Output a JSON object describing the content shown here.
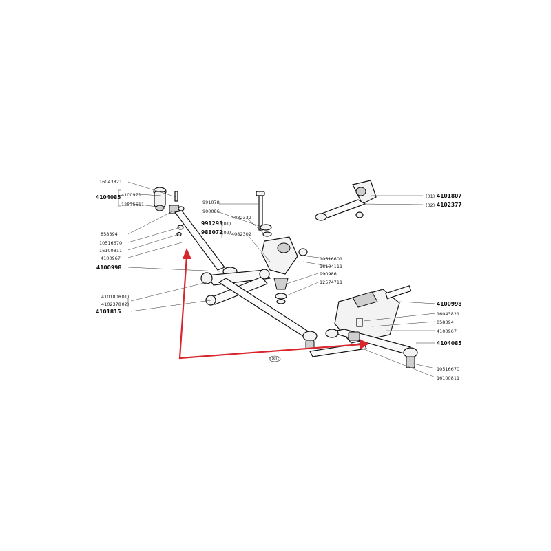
{
  "colors": {
    "arrow": "#d8262c",
    "ink": "#111111",
    "background": "#ffffff"
  },
  "labels": {
    "l_16043821_a": "16043821",
    "l_4104085_a": "4104085",
    "l_4100971": "4100971",
    "l_12575611": "12575611",
    "l_858394_a": "858394",
    "l_10516670_a": "10516670",
    "l_16100811_a": "16100811",
    "l_4100967_a": "4100967",
    "l_4100998_a": "4100998",
    "l_4101806": "4101806",
    "l_4101806_var": "(01)",
    "l_4102378": "4102378",
    "l_4102378_var": "(02)",
    "l_4101815": "4101815",
    "l_991078": "991078",
    "l_900086": "900086",
    "l_991293": "991293",
    "l_991293_var": "(01)",
    "l_988072": "988072",
    "l_988072_var": "(02)",
    "l_4082332": "4082332",
    "l_4082302": "4082302",
    "l_10516601": "10516601",
    "l_16104111": "16104111",
    "l_990986": "990986",
    "l_12574711": "12574711",
    "l_4101807": "4101807",
    "l_4101807_var": "(01)",
    "l_4102377": "4102377",
    "l_4102377_var": "(02)",
    "l_4100998_b": "4100998",
    "l_16043821_b": "16043821",
    "l_858394_b": "858394",
    "l_4100967_b": "4100967",
    "l_4104085_b": "4104085",
    "l_10516670_b": "10516670",
    "l_16100811_b": "16100811",
    "l_figure_ref": "1810"
  }
}
